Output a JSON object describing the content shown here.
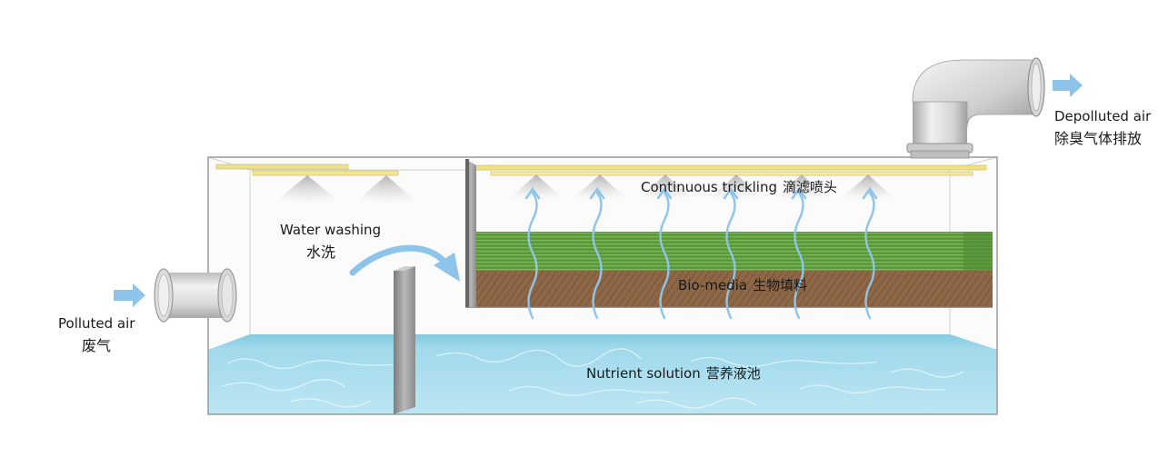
{
  "labels": {
    "polluted_air": {
      "en": "Polluted air",
      "zh": "废气"
    },
    "depolluted_air": {
      "en": "Depolluted air",
      "zh": "除臭气体排放"
    },
    "water_washing": {
      "en": "Water washing",
      "zh": "水洗"
    },
    "continuous_trickling": {
      "en": "Continuous trickling",
      "zh": "滴滤喷头"
    },
    "bio_media": {
      "en": "Bio-media",
      "zh": "生物填料"
    },
    "nutrient_solution": {
      "en": "Nutrient solution",
      "zh": "营养液池"
    }
  },
  "colors": {
    "flow_arrow": "#8ec4ea",
    "pipe": "#d5d5d5",
    "spray_bar": "#f0e08a",
    "bio_media_green": "#5c9a3c",
    "bio_media_brown": "#8e6846",
    "water": "#a9dcef",
    "tank_outline": "#9a9a9a"
  }
}
